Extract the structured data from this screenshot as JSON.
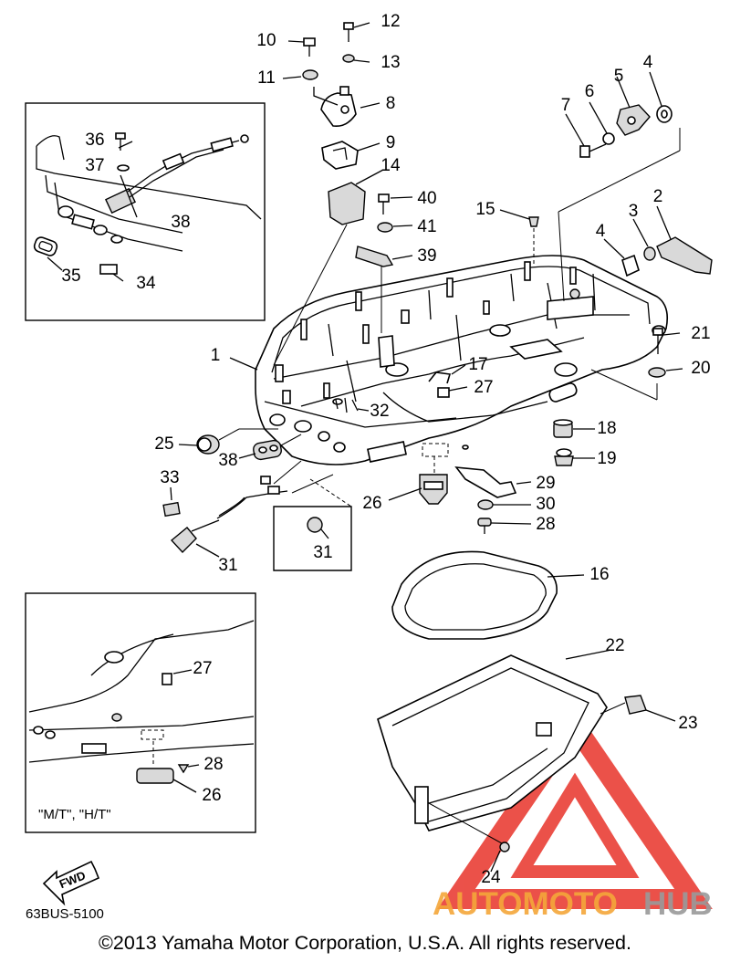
{
  "diagram": {
    "code": "63BUS-5100",
    "copyright": "©2013 Yamaha Motor Corporation, U.S.A. All rights reserved.",
    "inset_note": "\"M/T\", \"H/T\"",
    "fwd_label": "FWD",
    "watermark": {
      "part1": "AUTOMOTO",
      "part2": "HUB",
      "color1": "#f4a73a",
      "color2": "#9a9a9a",
      "triangle_color": "#e8332a"
    },
    "callouts": {
      "c1": "1",
      "c2": "2",
      "c3": "3",
      "c4a": "4",
      "c4b": "4",
      "c5": "5",
      "c6": "6",
      "c7": "7",
      "c8": "8",
      "c9": "9",
      "c10": "10",
      "c11": "11",
      "c12": "12",
      "c13": "13",
      "c14": "14",
      "c15": "15",
      "c16": "16",
      "c17": "17",
      "c18": "18",
      "c19": "19",
      "c20": "20",
      "c21": "21",
      "c22": "22",
      "c23": "23",
      "c24": "24",
      "c25": "25",
      "c26a": "26",
      "c26b": "26",
      "c27a": "27",
      "c27b": "27",
      "c28a": "28",
      "c28b": "28",
      "c29": "29",
      "c30": "30",
      "c31a": "31",
      "c31b": "31",
      "c32": "32",
      "c33": "33",
      "c34": "34",
      "c35": "35",
      "c36": "36",
      "c37": "37",
      "c38a": "38",
      "c38b": "38",
      "c39": "39",
      "c40": "40",
      "c41": "41"
    }
  }
}
